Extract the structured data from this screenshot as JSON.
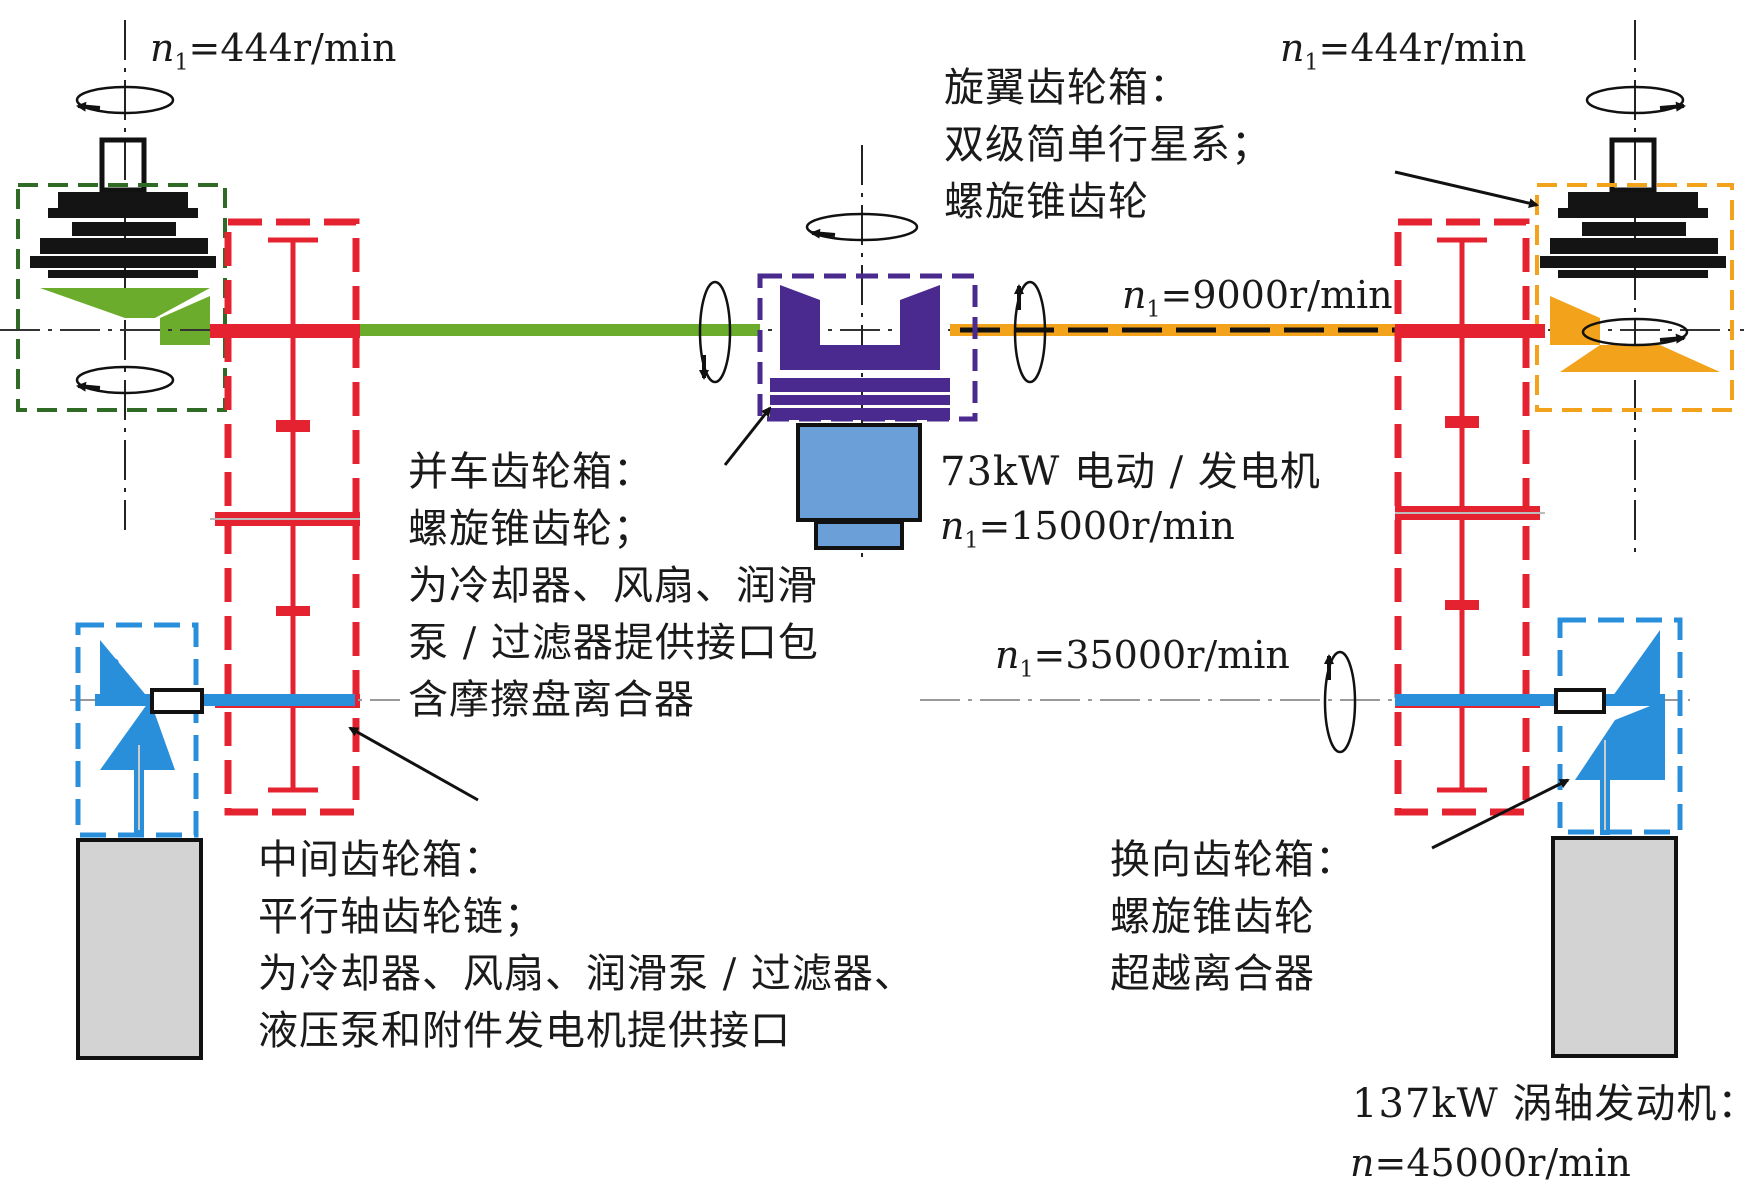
{
  "speeds": {
    "rotor_left": {
      "var": "n",
      "sub": "1",
      "val": "=444r/min"
    },
    "rotor_right": {
      "var": "n",
      "sub": "1",
      "val": "=444r/min"
    },
    "cross_shaft": {
      "var": "n",
      "sub": "1",
      "val": "=9000r/min"
    },
    "motor": {
      "var": "n",
      "sub": "1",
      "val": "=15000r/min"
    },
    "turbo_shaft": {
      "var": "n",
      "sub": "1",
      "val": "=35000r/min"
    },
    "engine": {
      "var": "n",
      "sub": "",
      "val": "=45000r/min"
    }
  },
  "labels": {
    "rotor_gearbox": {
      "line1": "旋翼齿轮箱：",
      "line2": "双级简单行星系；",
      "line3": "螺旋锥齿轮"
    },
    "combining_gearbox": {
      "line1": "并车齿轮箱：",
      "line2": "螺旋锥齿轮；",
      "line3": "为冷却器、风扇、润滑",
      "line4": "泵 / 过滤器提供接口包",
      "line5": "含摩擦盘离合器"
    },
    "motor": {
      "line1": "73kW 电动 / 发电机"
    },
    "intermediate_gearbox": {
      "line1": "中间齿轮箱：",
      "line2": "平行轴齿轮链；",
      "line3": "为冷却器、风扇、润滑泵 / 过滤器、",
      "line4": "液压泵和附件发电机提供接口"
    },
    "reversing_gearbox": {
      "line1": "换向齿轮箱：",
      "line2": "螺旋锥齿轮",
      "line3": "超越离合器"
    },
    "engine": {
      "line1": "137kW 涡轴发动机："
    }
  },
  "colors": {
    "planetary": "#141414",
    "left_bevel": "#6cac2c",
    "right_bevel": "#f2a31b",
    "combining": "#4a2a8e",
    "motor": "#6a9fd8",
    "parallel_gear": "#e52330",
    "left_green_box": "#2f6b25",
    "reversing": "#2a8fdb",
    "engine": "#d3d3d3"
  }
}
